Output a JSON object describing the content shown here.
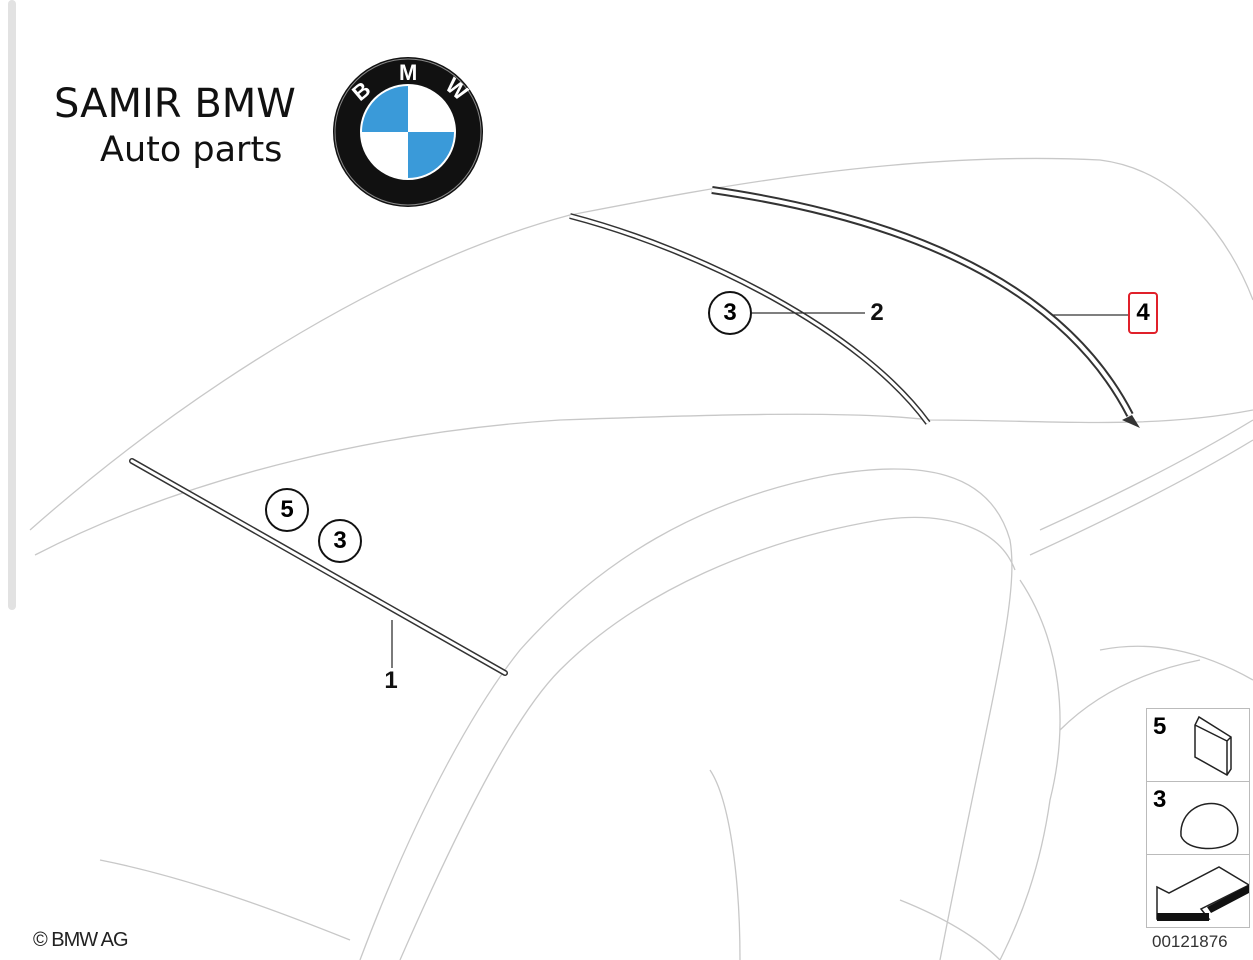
{
  "brand": {
    "line1": "SAMIR BMW",
    "line2": "Auto parts",
    "logo_letters": "BMW",
    "logo_colors": {
      "blue": "#3a9ad9",
      "ring": "#111111"
    }
  },
  "callouts": {
    "circled_3_top": "3",
    "label_2": "2",
    "label_4": "4",
    "circled_5": "5",
    "circled_3_bottom": "3",
    "label_1": "1"
  },
  "highlight_color": "#e0202a",
  "legend": {
    "item1_num": "5",
    "item1_icon": "adhesive-pad-icon",
    "item2_num": "3",
    "item2_icon": "dome-icon",
    "item3_icon": "arrow-icon"
  },
  "footer": {
    "copyright": "© BMW AG",
    "diagram_code": "00121876"
  }
}
